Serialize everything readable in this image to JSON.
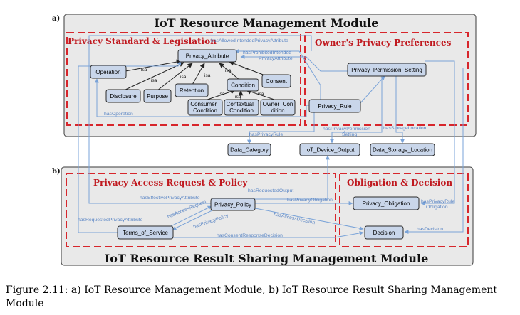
{
  "caption": "Figure 2.11: a) IoT Resource Management Module, b) IoT Resource Result Sharing Management Module",
  "colors": {
    "panel": "#e9e9e9",
    "node": "#c9d6ea",
    "section_border": "#d7262c",
    "relation": "#7aa3d8",
    "isa": "#222222"
  },
  "module_a": {
    "part_label": "a)",
    "title": "IoT Resource Management Module",
    "sections": {
      "privacy_standard": "Privacy Standard & Legislation",
      "owner_prefs": "Owner's Privacy Preferences"
    }
  },
  "module_b": {
    "part_label": "b)",
    "title": "IoT Resource Result Sharing Management Module",
    "sections": {
      "access_request": "Privacy Access Request & Policy",
      "obligation": "Obligation & Decision"
    }
  },
  "nodes": {
    "privacy_attribute": "Privacy_Attribute",
    "operation": "Operation",
    "disclosure": "Disclosure",
    "purpose": "Purpose",
    "retention": "Retention",
    "condition": "Condition",
    "consent": "Consent",
    "consumer_condition": [
      "Consumer_",
      "Condition"
    ],
    "contextual_condition": [
      "Contextual_",
      "Condition"
    ],
    "owner_condition": [
      "Owner_Con",
      "dition"
    ],
    "privacy_rule": "Privacy_Rule",
    "privacy_permission_setting": "Privacy_Permission_Setting",
    "data_category": "Data_Category",
    "iot_device_output": "IoT_Device_Output",
    "data_storage_location": "Data_Storage_Location",
    "privacy_policy": "Privacy_Policy",
    "privacy_obligation": "Privacy_Obligation",
    "terms_of_service": "Terms_of_Service",
    "decision": "Decision"
  },
  "isa_label": "isa",
  "relations": {
    "has_allowed_intended": "hasAllowedIntendedPrivacyAttribute",
    "has_prohibited_intended": [
      "hasProhibitedIntended",
      "PrivacyAttribute"
    ],
    "has_operation": "hasOperation",
    "has_privacy_rule": "hasPrivacyRule",
    "has_privacy_permission_setting": [
      "hasPrivacyPermission",
      "Setting"
    ],
    "has_storage_location": "hasStorageLocation",
    "has_requested_output": "hasRequestedOutput",
    "has_effective_privacy_attribute": "hasEffectivePrivacyAttribute",
    "has_privacy_obligation": "hasPrivacyObligation",
    "has_privacy_rule_obligation": [
      "hasPrivacyRule",
      "Obligation"
    ],
    "has_requested_privacy_attribute": "hasRequestedPrivacyAttribute",
    "has_access_request": "hasAccessRequest",
    "has_access_decision": "hasAccessDecision",
    "has_privacy_policy": "hasPrivacyPolicy",
    "has_decision": "hasDecision",
    "has_consent_response_decision": "hasConsentResponseDecision"
  }
}
